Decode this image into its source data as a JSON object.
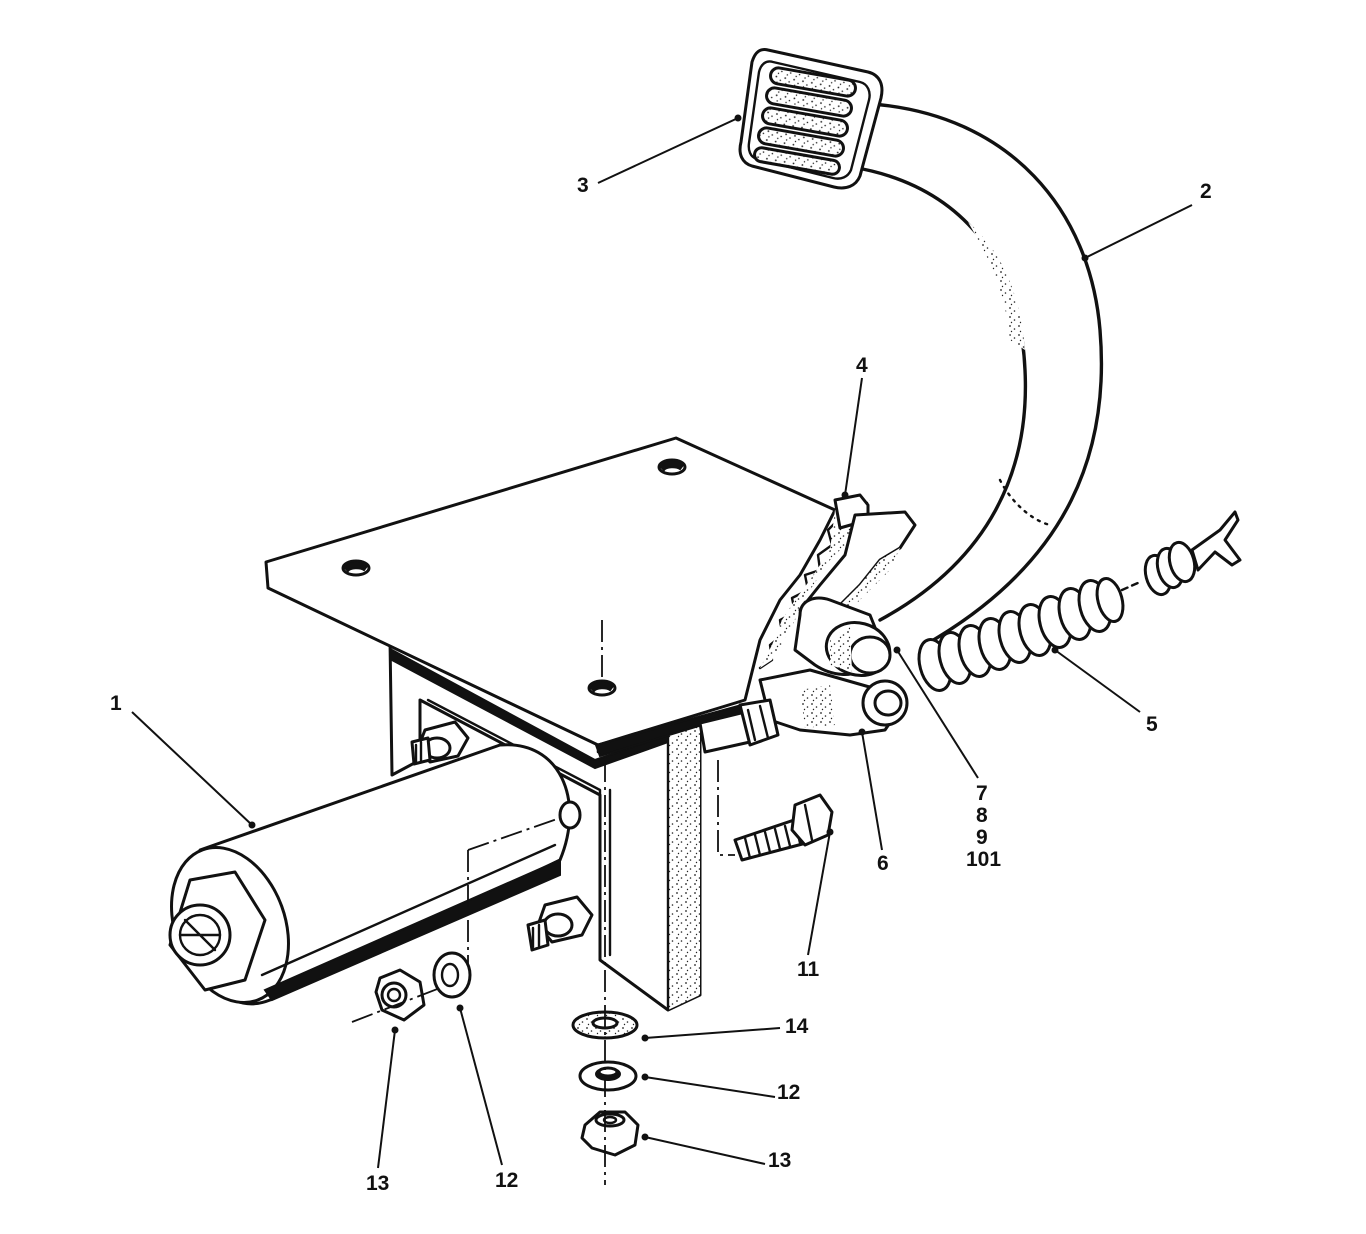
{
  "callouts": {
    "c1": "1",
    "c2": "2",
    "c3": "3",
    "c4": "4",
    "c5": "5",
    "c6": "6",
    "c7": "7",
    "c8": "8",
    "c9": "9",
    "c10": "101",
    "c11": "11",
    "c12_right": "12",
    "c12_left": "12",
    "c13_right": "13",
    "c13_left": "13",
    "c14": "14"
  },
  "icons": [
    "brake-pedal-pad",
    "pedal-arm",
    "return-spring",
    "spring-hook",
    "mounting-bracket",
    "master-cylinder",
    "bolt",
    "hex-nut",
    "spring-washer",
    "flat-washer"
  ]
}
